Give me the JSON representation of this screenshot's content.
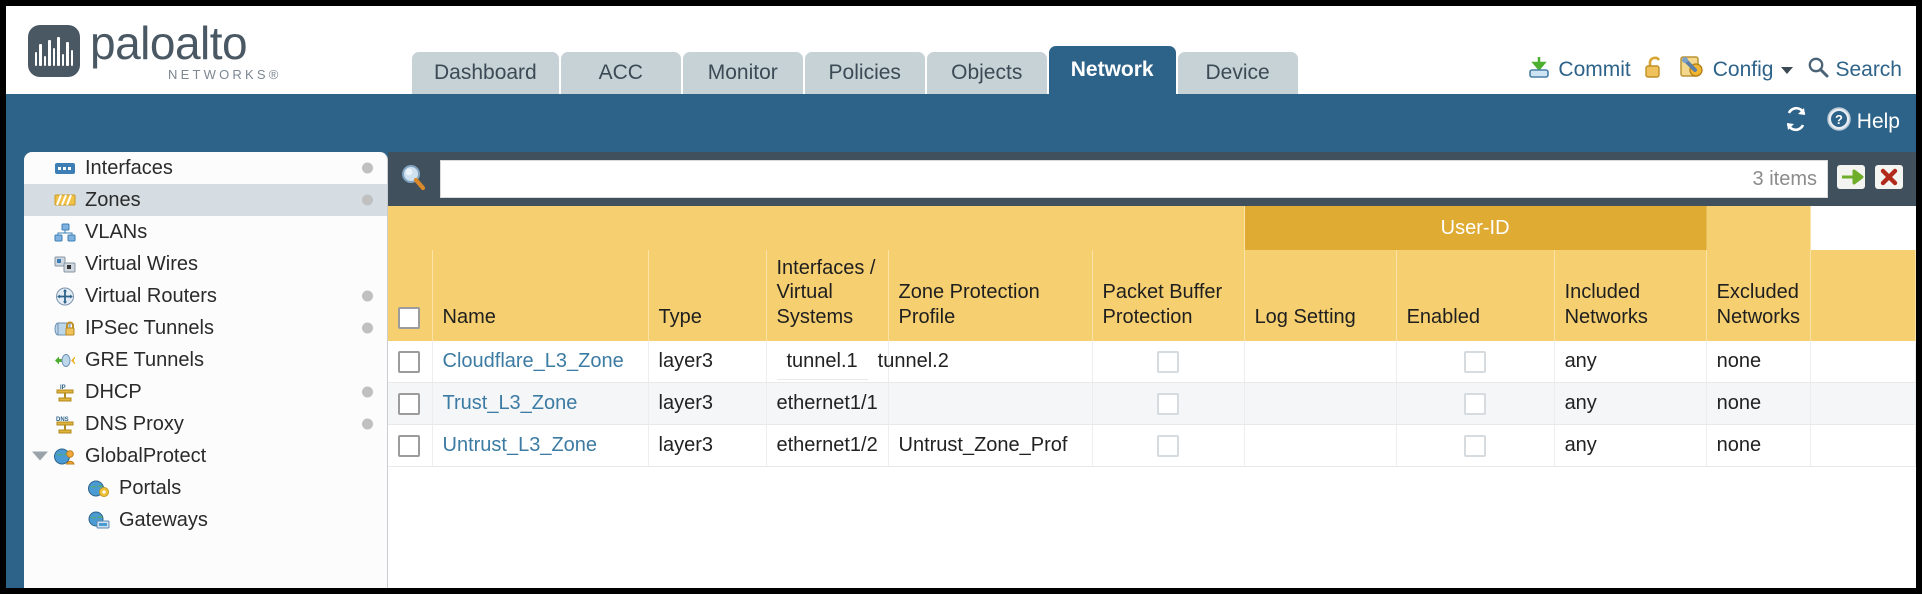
{
  "brand": {
    "name": "paloalto",
    "sub": "NETWORKS®"
  },
  "tabs": [
    {
      "label": "Dashboard",
      "active": false
    },
    {
      "label": "ACC",
      "active": false
    },
    {
      "label": "Monitor",
      "active": false
    },
    {
      "label": "Policies",
      "active": false
    },
    {
      "label": "Objects",
      "active": false
    },
    {
      "label": "Network",
      "active": true
    },
    {
      "label": "Device",
      "active": false
    }
  ],
  "header_actions": {
    "commit": "Commit",
    "lock_icon": "unlocked-padlock-icon",
    "config": "Config",
    "config_caret": "▼",
    "search": "Search"
  },
  "blueband": {
    "refresh_icon": "refresh-icon",
    "help": "Help"
  },
  "sidebar": [
    {
      "label": "Interfaces",
      "icon": "interfaces-icon",
      "dot": true,
      "selected": false,
      "child": false,
      "twisty": false
    },
    {
      "label": "Zones",
      "icon": "zones-icon",
      "dot": true,
      "selected": true,
      "child": false,
      "twisty": false
    },
    {
      "label": "VLANs",
      "icon": "vlans-icon",
      "dot": false,
      "selected": false,
      "child": false,
      "twisty": false
    },
    {
      "label": "Virtual Wires",
      "icon": "virtual-wires-icon",
      "dot": false,
      "selected": false,
      "child": false,
      "twisty": false
    },
    {
      "label": "Virtual Routers",
      "icon": "virtual-routers-icon",
      "dot": true,
      "selected": false,
      "child": false,
      "twisty": false
    },
    {
      "label": "IPSec Tunnels",
      "icon": "ipsec-tunnels-icon",
      "dot": true,
      "selected": false,
      "child": false,
      "twisty": false
    },
    {
      "label": "GRE Tunnels",
      "icon": "gre-tunnels-icon",
      "dot": false,
      "selected": false,
      "child": false,
      "twisty": false
    },
    {
      "label": "DHCP",
      "icon": "dhcp-icon",
      "dot": true,
      "selected": false,
      "child": false,
      "twisty": false
    },
    {
      "label": "DNS Proxy",
      "icon": "dns-proxy-icon",
      "dot": true,
      "selected": false,
      "child": false,
      "twisty": false
    },
    {
      "label": "GlobalProtect",
      "icon": "globalprotect-icon",
      "dot": false,
      "selected": false,
      "child": false,
      "twisty": true
    },
    {
      "label": "Portals",
      "icon": "portals-icon",
      "dot": false,
      "selected": false,
      "child": true,
      "twisty": false
    },
    {
      "label": "Gateways",
      "icon": "gateways-icon",
      "dot": false,
      "selected": false,
      "child": true,
      "twisty": false
    }
  ],
  "search": {
    "value": "",
    "placeholder": "",
    "icon": "magnifier-icon",
    "items_count": "3 items",
    "apply_icon": "green-arrow-apply-icon",
    "clear_icon": "red-x-clear-icon"
  },
  "table": {
    "group_header": "User-ID",
    "columns": [
      "Name",
      "Type",
      "Interfaces / Virtual Systems",
      "Zone Protection Profile",
      "Packet Buffer Protection",
      "Log Setting",
      "Enabled",
      "Included Networks",
      "Excluded Networks"
    ],
    "rows": [
      {
        "selected": false,
        "name": "Cloudflare_L3_Zone",
        "type": "layer3",
        "interfaces": [
          "tunnel.1",
          "tunnel.2"
        ],
        "zone_protection_profile": "",
        "packet_buffer_protection": false,
        "log_setting": "",
        "userid_enabled": false,
        "included_networks": "any",
        "excluded_networks": "none"
      },
      {
        "selected": false,
        "name": "Trust_L3_Zone",
        "type": "layer3",
        "interfaces": [
          "ethernet1/1"
        ],
        "zone_protection_profile": "",
        "packet_buffer_protection": false,
        "log_setting": "",
        "userid_enabled": false,
        "included_networks": "any",
        "excluded_networks": "none"
      },
      {
        "selected": false,
        "name": "Untrust_L3_Zone",
        "type": "layer3",
        "interfaces": [
          "ethernet1/2"
        ],
        "zone_protection_profile": "Untrust_Zone_Prof",
        "packet_buffer_protection": false,
        "log_setting": "",
        "userid_enabled": false,
        "included_networks": "any",
        "excluded_networks": "none"
      }
    ]
  },
  "colors": {
    "brand_blue": "#2e6389",
    "panel_dark": "#40505c",
    "header_gold": "#f5cf70",
    "group_gold": "#dfab33",
    "link_blue": "#3c7ba3",
    "tab_inactive": "#c7d2d6"
  }
}
